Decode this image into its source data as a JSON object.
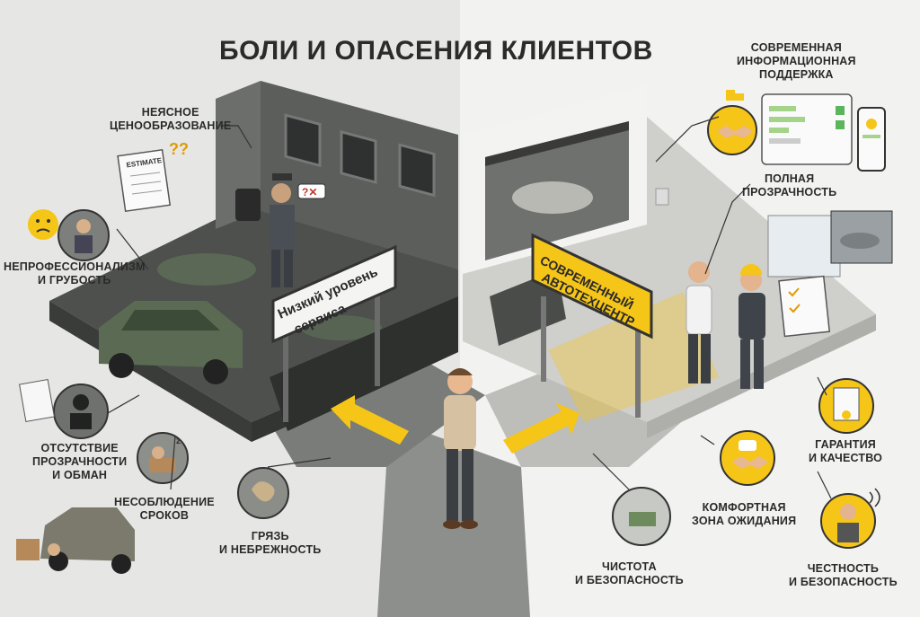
{
  "title": "БОЛИ И ОПАСЕНИЯ КЛИЕНТОВ",
  "signs": {
    "bad": [
      "Низкий уровень",
      "сервиса"
    ],
    "good": [
      "СОВРЕМЕННЫЙ",
      "АВТОТЕХЦЕНТР"
    ],
    "estimate_doc": "ESTIMATE"
  },
  "pains": {
    "unclear_pricing": [
      "НЕЯСНОЕ",
      "ЦЕНООБРАЗОВАНИЕ"
    ],
    "unprofessionalism": [
      "НЕПРОФЕССИОНАЛИЗМ",
      "И ГРУБОСТЬ"
    ],
    "no_transparency": [
      "ОТСУТСТВИЕ",
      "ПРОЗРАЧНОСТИ",
      "И ОБМАН"
    ],
    "missed_deadlines": [
      "НЕСОБЛЮДЕНИЕ",
      "СРОКОВ"
    ],
    "dirt": [
      "ГРЯЗЬ",
      "И НЕБРЕЖНОСТЬ"
    ]
  },
  "benefits": {
    "info_support": [
      "СОВРЕМЕННАЯ",
      "ИНФОРМАЦИОННАЯ",
      "ПОДДЕРЖКА"
    ],
    "full_transparency": [
      "ПОЛНАЯ",
      "ПРОЗРАЧНОСТЬ"
    ],
    "warranty": [
      "ГАРАНТИЯ",
      "И КАЧЕСТВО"
    ],
    "waiting_zone": [
      "КОМФОРТНАЯ",
      "ЗОНА ОЖИДАНИЯ"
    ],
    "cleanliness": [
      "ЧИСТОТА",
      "И БЕЗОПАСНОСТЬ"
    ],
    "honesty": [
      "ЧЕСТНОСТЬ",
      "И БЕЗОПАСНОСТЬ"
    ]
  },
  "colors": {
    "accent": "#f5c518",
    "dark_side": "#5a5d5a",
    "light_side": "#d9d9d6",
    "text": "#2a2a2a"
  }
}
